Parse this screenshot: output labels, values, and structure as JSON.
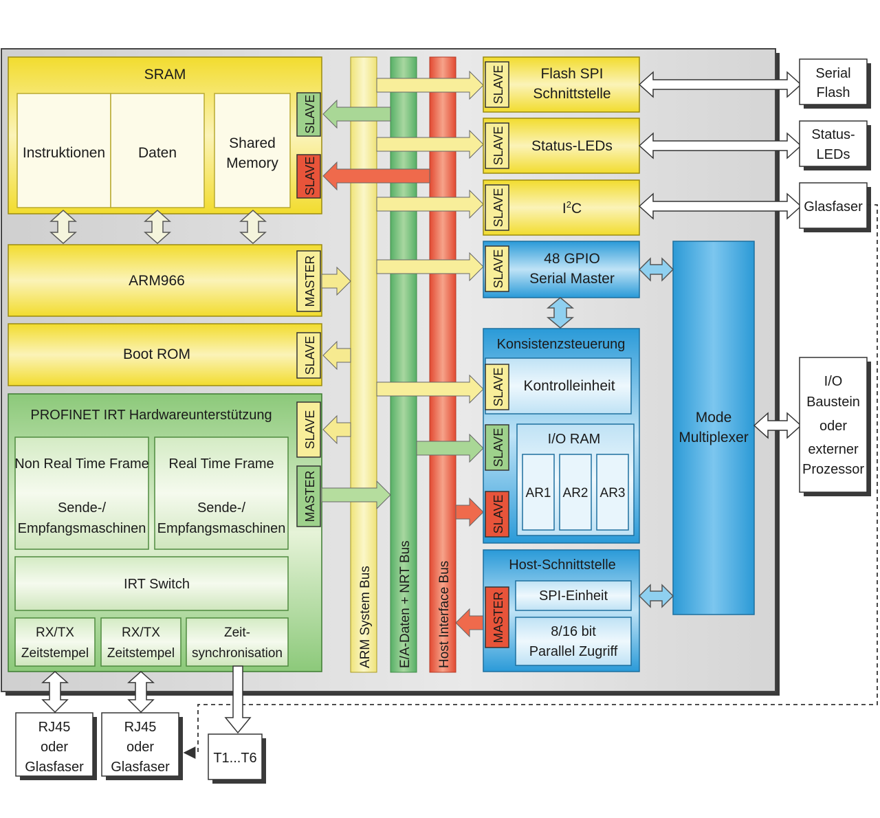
{
  "sram": {
    "title": "SRAM",
    "instr": "Instruktionen",
    "daten": "Daten",
    "shared1": "Shared",
    "shared2": "Memory"
  },
  "arm": {
    "title": "ARM966"
  },
  "boot": {
    "title": "Boot ROM"
  },
  "profinet": {
    "title": "PROFINET IRT Hardwareunterstützung",
    "nrt_title": "Non Real Time Frame",
    "rt_title": "Real Time Frame",
    "sende": "Sende-/",
    "empfang": "Empfangsmaschinen",
    "irt_switch": "IRT Switch",
    "rxtx": "RX/TX",
    "zeitstempel": "Zeitstempel",
    "zeit1": "Zeit-",
    "zeit2": "synchronisation"
  },
  "tags": {
    "slave": "SLAVE",
    "master": "MASTER"
  },
  "buses": {
    "arm": "ARM System Bus",
    "ea": "E/A-Daten + NRT Bus",
    "host": "Host Interface Bus"
  },
  "flash": {
    "line1": "Flash SPI",
    "line2": "Schnittstelle"
  },
  "status": {
    "title": "Status-LEDs"
  },
  "i2c": {
    "title_main": "I",
    "title_sup": "2",
    "title_end": "C"
  },
  "gpio": {
    "line1": "48 GPIO",
    "line2": "Serial Master"
  },
  "konsistenz": {
    "title": "Konsistenzsteuerung",
    "kontroll": "Kontrolleinheit",
    "ioram": "I/O RAM",
    "ar1": "AR1",
    "ar2": "AR2",
    "ar3": "AR3"
  },
  "host": {
    "title": "Host-Schnittstelle",
    "spi": "SPI-Einheit",
    "par1": "8/16 bit",
    "par2": "Parallel Zugriff"
  },
  "mode": {
    "line1": "Mode",
    "line2": "Multiplexer"
  },
  "external": {
    "serial_flash": [
      "Serial",
      "Flash"
    ],
    "status_leds": [
      "Status-",
      "LEDs"
    ],
    "glasfaser": "Glasfaser",
    "io": [
      "I/O",
      "Baustein",
      "oder",
      "externer",
      "Prozessor"
    ],
    "rj45": [
      "RJ45",
      "oder",
      "Glasfaser"
    ],
    "t16": "T1...T6"
  },
  "colors": {
    "yellow": "#f3dc3a",
    "green": "#7bbf6a",
    "red": "#e8543a",
    "blue": "#3aa8e0",
    "grey": "#cfcfcf"
  }
}
